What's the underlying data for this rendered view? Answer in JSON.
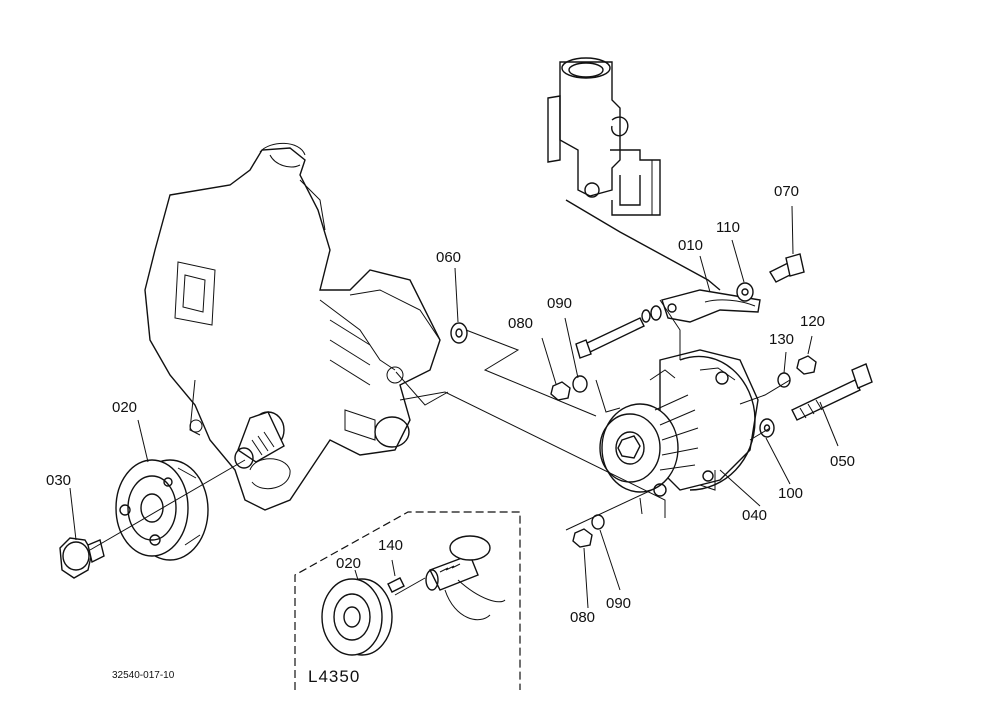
{
  "parts": [
    {
      "id": "p010",
      "label": "010"
    },
    {
      "id": "p020",
      "label": "020"
    },
    {
      "id": "p020b",
      "label": "020"
    },
    {
      "id": "p030",
      "label": "030"
    },
    {
      "id": "p040",
      "label": "040"
    },
    {
      "id": "p050",
      "label": "050"
    },
    {
      "id": "p060",
      "label": "060"
    },
    {
      "id": "p070",
      "label": "070"
    },
    {
      "id": "p080a",
      "label": "080"
    },
    {
      "id": "p080b",
      "label": "080"
    },
    {
      "id": "p090a",
      "label": "090"
    },
    {
      "id": "p090b",
      "label": "090"
    },
    {
      "id": "p100",
      "label": "100"
    },
    {
      "id": "p110",
      "label": "110"
    },
    {
      "id": "p120",
      "label": "120"
    },
    {
      "id": "p130",
      "label": "130"
    },
    {
      "id": "p140",
      "label": "140"
    }
  ],
  "inset_label": "L4350",
  "drawing_number": "32540-017-10"
}
